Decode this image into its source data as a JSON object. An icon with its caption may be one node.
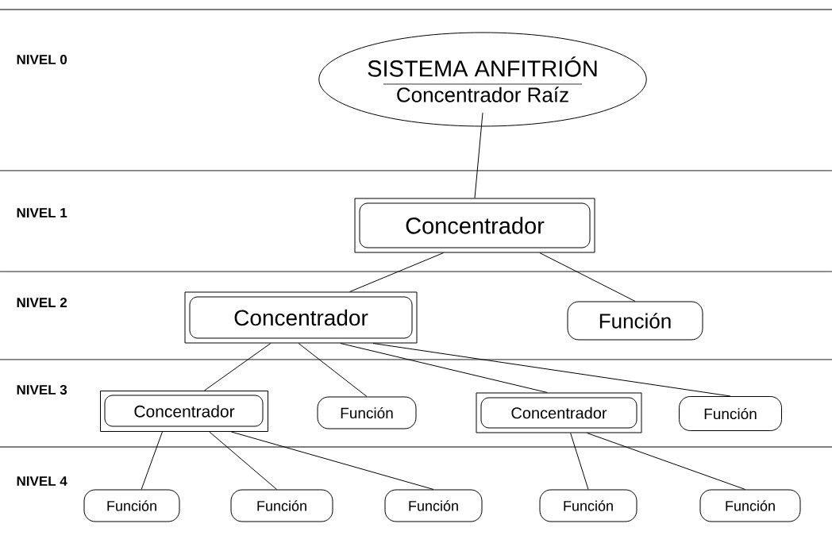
{
  "diagram": {
    "nodes": [
      {
        "text": [
          "SISTEMA ANFITRIÓN",
          "Concentrador Raíz"
        ]
      },
      {
        "text": [
          "Concentrador"
        ]
      },
      {
        "text": [
          "Concentrador"
        ]
      },
      {
        "text": [
          "Función"
        ]
      },
      {
        "text": [
          "Concentrador"
        ]
      },
      {
        "text": [
          "Función"
        ]
      },
      {
        "text": [
          "Concentrador"
        ]
      },
      {
        "text": [
          "Función"
        ]
      },
      {
        "text": [
          "Función"
        ]
      },
      {
        "text": [
          "Función"
        ]
      },
      {
        "text": [
          "Función"
        ]
      },
      {
        "text": [
          "Función"
        ]
      },
      {
        "text": [
          "Función"
        ]
      }
    ],
    "edges": [
      {
        "from": 0,
        "to": 1,
        "arrow": "none"
      },
      {
        "from": 1,
        "to": 2,
        "arrow": "none"
      },
      {
        "from": 1,
        "to": 3,
        "arrow": "none"
      },
      {
        "from": 2,
        "to": 4,
        "arrow": "none"
      },
      {
        "from": 2,
        "to": 5,
        "arrow": "none"
      },
      {
        "from": 2,
        "to": 6,
        "arrow": "none"
      },
      {
        "from": 2,
        "to": 7,
        "arrow": "none"
      },
      {
        "from": 4,
        "to": 8,
        "arrow": "none"
      },
      {
        "from": 4,
        "to": 9,
        "arrow": "none"
      },
      {
        "from": 4,
        "to": 10,
        "arrow": "none"
      },
      {
        "from": 6,
        "to": 11,
        "arrow": "none"
      },
      {
        "from": 6,
        "to": 12,
        "arrow": "none"
      }
    ],
    "labels": [
      "NIVEL 0",
      "NIVEL 1",
      "NIVEL 2",
      "NIVEL 3",
      "NIVEL 4"
    ]
  }
}
